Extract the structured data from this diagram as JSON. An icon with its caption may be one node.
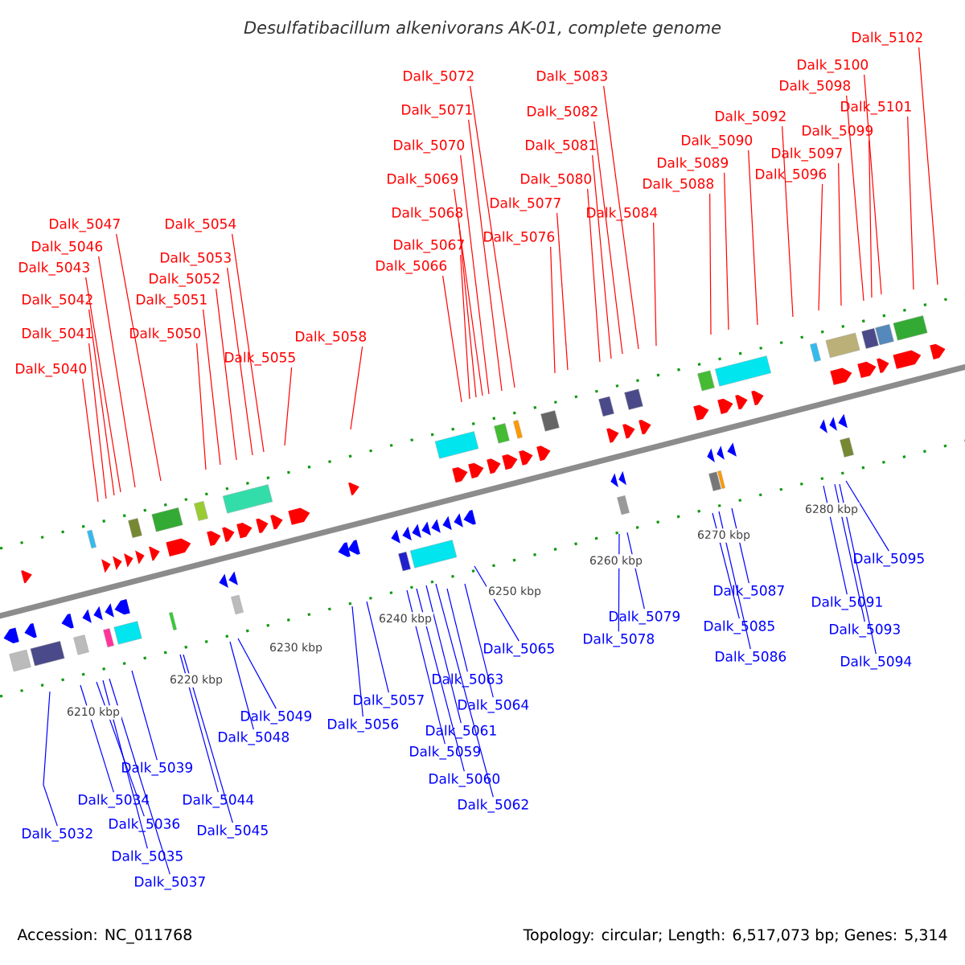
{
  "diagram": {
    "title": "Desulfatibacillum alkenivorans AK-01, complete genome",
    "nodes": [
      {
        "text": [
          "Dalk_5040"
        ]
      },
      {
        "text": [
          "Dalk_5041"
        ]
      },
      {
        "text": [
          "Dalk_5042"
        ]
      },
      {
        "text": [
          "Dalk_5043"
        ]
      },
      {
        "text": [
          "Dalk_5046"
        ]
      },
      {
        "text": [
          "Dalk_5047"
        ]
      },
      {
        "text": [
          "Dalk_5050"
        ]
      },
      {
        "text": [
          "Dalk_5051"
        ]
      },
      {
        "text": [
          "Dalk_5052"
        ]
      },
      {
        "text": [
          "Dalk_5053"
        ]
      },
      {
        "text": [
          "Dalk_5054"
        ]
      },
      {
        "text": [
          "Dalk_5055"
        ]
      },
      {
        "text": [
          "Dalk_5058"
        ]
      },
      {
        "text": [
          "Dalk_5066"
        ]
      },
      {
        "text": [
          "Dalk_5067"
        ]
      },
      {
        "text": [
          "Dalk_5068"
        ]
      },
      {
        "text": [
          "Dalk_5069"
        ]
      },
      {
        "text": [
          "Dalk_5070"
        ]
      },
      {
        "text": [
          "Dalk_5071"
        ]
      },
      {
        "text": [
          "Dalk_5072"
        ]
      },
      {
        "text": [
          "Dalk_5076"
        ]
      },
      {
        "text": [
          "Dalk_5077"
        ]
      },
      {
        "text": [
          "Dalk_5080"
        ]
      },
      {
        "text": [
          "Dalk_5081"
        ]
      },
      {
        "text": [
          "Dalk_5082"
        ]
      },
      {
        "text": [
          "Dalk_5083"
        ]
      },
      {
        "text": [
          "Dalk_5084"
        ]
      },
      {
        "text": [
          "Dalk_5088"
        ]
      },
      {
        "text": [
          "Dalk_5089"
        ]
      },
      {
        "text": [
          "Dalk_5090"
        ]
      },
      {
        "text": [
          "Dalk_5092"
        ]
      },
      {
        "text": [
          "Dalk_5096"
        ]
      },
      {
        "text": [
          "Dalk_5097"
        ]
      },
      {
        "text": [
          "Dalk_5098"
        ]
      },
      {
        "text": [
          "Dalk_5099"
        ]
      },
      {
        "text": [
          "Dalk_5100"
        ]
      },
      {
        "text": [
          "Dalk_5101"
        ]
      },
      {
        "text": [
          "Dalk_5102"
        ]
      },
      {
        "text": [
          "Dalk_5032"
        ]
      },
      {
        "text": [
          "Dalk_5034"
        ]
      },
      {
        "text": [
          "Dalk_5035"
        ]
      },
      {
        "text": [
          "Dalk_5036"
        ]
      },
      {
        "text": [
          "Dalk_5037"
        ]
      },
      {
        "text": [
          "Dalk_5039"
        ]
      },
      {
        "text": [
          "Dalk_5044"
        ]
      },
      {
        "text": [
          "Dalk_5045"
        ]
      },
      {
        "text": [
          "Dalk_5048"
        ]
      },
      {
        "text": [
          "Dalk_5049"
        ]
      },
      {
        "text": [
          "Dalk_5056"
        ]
      },
      {
        "text": [
          "Dalk_5057"
        ]
      },
      {
        "text": [
          "Dalk_5059"
        ]
      },
      {
        "text": [
          "Dalk_5060"
        ]
      },
      {
        "text": [
          "Dalk_5061"
        ]
      },
      {
        "text": [
          "Dalk_5062"
        ]
      },
      {
        "text": [
          "Dalk_5063"
        ]
      },
      {
        "text": [
          "Dalk_5064"
        ]
      },
      {
        "text": [
          "Dalk_5065"
        ]
      },
      {
        "text": [
          "Dalk_5078"
        ]
      },
      {
        "text": [
          "Dalk_5079"
        ]
      },
      {
        "text": [
          "Dalk_5085"
        ]
      },
      {
        "text": [
          "Dalk_5086"
        ]
      },
      {
        "text": [
          "Dalk_5087"
        ]
      },
      {
        "text": [
          "Dalk_5091"
        ]
      },
      {
        "text": [
          "Dalk_5093"
        ]
      },
      {
        "text": [
          "Dalk_5094"
        ]
      },
      {
        "text": [
          "Dalk_5095"
        ]
      }
    ],
    "edges": [
      {
        "from": 0,
        "to": null,
        "arrow": "none"
      },
      {
        "from": 1,
        "to": null,
        "arrow": "none"
      },
      {
        "from": 2,
        "to": null,
        "arrow": "none"
      },
      {
        "from": 3,
        "to": null,
        "arrow": "none"
      },
      {
        "from": 4,
        "to": null,
        "arrow": "none"
      },
      {
        "from": 5,
        "to": null,
        "arrow": "none"
      },
      {
        "from": 6,
        "to": null,
        "arrow": "none"
      },
      {
        "from": 7,
        "to": null,
        "arrow": "none"
      },
      {
        "from": 8,
        "to": null,
        "arrow": "none"
      },
      {
        "from": 9,
        "to": null,
        "arrow": "none"
      },
      {
        "from": 10,
        "to": null,
        "arrow": "none"
      },
      {
        "from": 11,
        "to": null,
        "arrow": "none"
      },
      {
        "from": 12,
        "to": null,
        "arrow": "none"
      },
      {
        "from": 13,
        "to": null,
        "arrow": "none"
      },
      {
        "from": 14,
        "to": null,
        "arrow": "none"
      },
      {
        "from": 15,
        "to": null,
        "arrow": "none"
      },
      {
        "from": 16,
        "to": null,
        "arrow": "none"
      },
      {
        "from": 17,
        "to": null,
        "arrow": "none"
      },
      {
        "from": 18,
        "to": null,
        "arrow": "none"
      },
      {
        "from": 19,
        "to": null,
        "arrow": "none"
      },
      {
        "from": 20,
        "to": null,
        "arrow": "none"
      },
      {
        "from": 21,
        "to": null,
        "arrow": "none"
      },
      {
        "from": 22,
        "to": null,
        "arrow": "none"
      },
      {
        "from": 23,
        "to": null,
        "arrow": "none"
      },
      {
        "from": 24,
        "to": null,
        "arrow": "none"
      },
      {
        "from": 25,
        "to": null,
        "arrow": "none"
      },
      {
        "from": 26,
        "to": null,
        "arrow": "none"
      },
      {
        "from": 27,
        "to": null,
        "arrow": "none"
      },
      {
        "from": 28,
        "to": null,
        "arrow": "none"
      },
      {
        "from": 29,
        "to": null,
        "arrow": "none"
      },
      {
        "from": 30,
        "to": null,
        "arrow": "none"
      },
      {
        "from": 31,
        "to": null,
        "arrow": "none"
      },
      {
        "from": 32,
        "to": null,
        "arrow": "none"
      },
      {
        "from": 33,
        "to": null,
        "arrow": "none"
      },
      {
        "from": 34,
        "to": null,
        "arrow": "none"
      },
      {
        "from": 35,
        "to": null,
        "arrow": "none"
      },
      {
        "from": 36,
        "to": null,
        "arrow": "none"
      },
      {
        "from": 37,
        "to": null,
        "arrow": "none"
      },
      {
        "from": 38,
        "to": null,
        "arrow": "none",
        "color": "#0000ff"
      },
      {
        "from": 39,
        "to": null,
        "arrow": "none",
        "color": "#0000ff"
      },
      {
        "from": 40,
        "to": null,
        "arrow": "none",
        "color": "#0000ff"
      },
      {
        "from": 41,
        "to": null,
        "arrow": "none",
        "color": "#0000ff"
      },
      {
        "from": 42,
        "to": null,
        "arrow": "none",
        "color": "#0000ff"
      },
      {
        "from": 43,
        "to": null,
        "arrow": "none",
        "color": "#0000ff"
      },
      {
        "from": 44,
        "to": null,
        "arrow": "none",
        "color": "#0000ff"
      },
      {
        "from": 45,
        "to": null,
        "arrow": "none",
        "color": "#0000ff"
      },
      {
        "from": 46,
        "to": null,
        "arrow": "none",
        "color": "#0000ff"
      },
      {
        "from": 47,
        "to": null,
        "arrow": "none",
        "color": "#0000ff"
      },
      {
        "from": 48,
        "to": null,
        "arrow": "none",
        "color": "#0000ff"
      },
      {
        "from": 49,
        "to": null,
        "arrow": "none",
        "color": "#0000ff"
      },
      {
        "from": 50,
        "to": null,
        "arrow": "none",
        "color": "#0000ff"
      },
      {
        "from": 51,
        "to": null,
        "arrow": "none",
        "color": "#0000ff"
      },
      {
        "from": 52,
        "to": null,
        "arrow": "none",
        "color": "#0000ff"
      },
      {
        "from": 53,
        "to": null,
        "arrow": "none",
        "color": "#0000ff"
      },
      {
        "from": 54,
        "to": null,
        "arrow": "none",
        "color": "#0000ff"
      },
      {
        "from": 55,
        "to": null,
        "arrow": "none",
        "color": "#0000ff"
      },
      {
        "from": 56,
        "to": null,
        "arrow": "none",
        "color": "#0000ff"
      },
      {
        "from": 57,
        "to": null,
        "arrow": "none",
        "color": "#0000ff"
      },
      {
        "from": 58,
        "to": null,
        "arrow": "none",
        "color": "#0000ff"
      },
      {
        "from": 59,
        "to": null,
        "arrow": "none",
        "color": "#0000ff"
      },
      {
        "from": 60,
        "to": null,
        "arrow": "none",
        "color": "#0000ff"
      },
      {
        "from": 61,
        "to": null,
        "arrow": "none",
        "color": "#0000ff"
      },
      {
        "from": 62,
        "to": null,
        "arrow": "none",
        "color": "#0000ff"
      },
      {
        "from": 63,
        "to": null,
        "arrow": "none",
        "color": "#0000ff"
      },
      {
        "from": 64,
        "to": null,
        "arrow": "none",
        "color": "#0000ff"
      },
      {
        "from": 65,
        "to": null,
        "arrow": "none",
        "color": "#0000ff"
      }
    ],
    "labels": [
      "6210 kbp",
      "6220 kbp",
      "6230 kbp",
      "6240 kbp",
      "6250 kbp",
      "6260 kbp",
      "6270 kbp",
      "6280 kbp",
      "Accession: NC_011768",
      "Topology: circular; Length: 6,517,073 bp; Genes: 5,314"
    ]
  }
}
